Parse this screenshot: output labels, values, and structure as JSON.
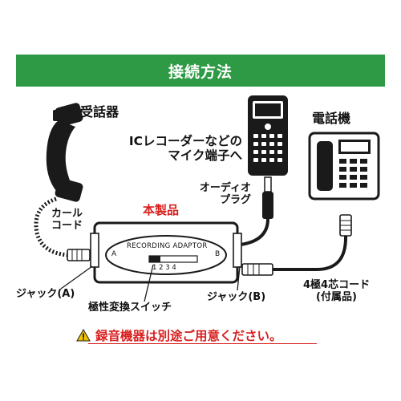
{
  "header": {
    "title": "接続方法"
  },
  "labels": {
    "receiver": "受話器",
    "ic_recorder_line1": "ICレコーダーなどの",
    "ic_recorder_line2": "マイク端子へ",
    "telephone": "電話機",
    "audio_plug_line1": "オーディオ",
    "audio_plug_line2": "プラグ",
    "this_product": "本製品",
    "curl_cord_line1": "カール",
    "curl_cord_line2": "コード",
    "adaptor_name": "RECORDING ADAPTOR",
    "side_a": "A",
    "side_b": "B",
    "switch_positions": "1 2 3 4",
    "jack_a": "ジャック(A)",
    "jack_b": "ジャック(B)",
    "polarity_switch": "極性変換スイッチ",
    "cord_line1": "4極4芯コード",
    "cord_line2": "(付属品)"
  },
  "warning": {
    "text": "録音機器は別途ご用意ください。"
  },
  "colors": {
    "header_bg": "#2e9a45",
    "accent_red": "#d91f1f",
    "ink": "#1a1a1a"
  }
}
